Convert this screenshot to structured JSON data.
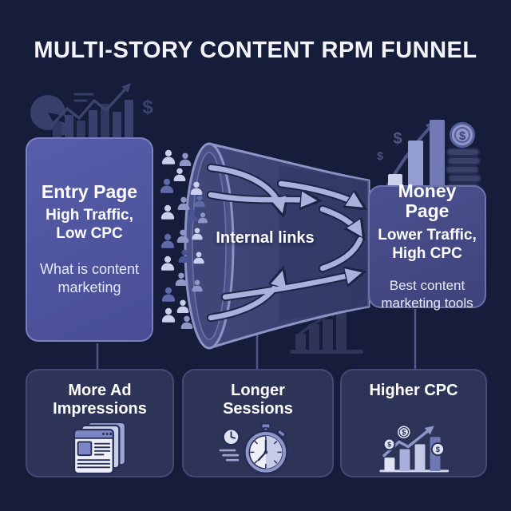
{
  "title": "MULTI-STORY CONTENT RPM FUNNEL",
  "entry_page": {
    "heading": "Entry Page",
    "subtitle": "High Traffic, Low CPC",
    "example": "What is content marketing"
  },
  "funnel": {
    "label": "Internal links"
  },
  "money_page": {
    "heading": "Money Page",
    "subtitle": "Lower Traffic, High CPC",
    "example": "Best content marketing tools"
  },
  "benefits": [
    {
      "label": "More Ad Impressions",
      "icon": "webpages-stack-icon"
    },
    {
      "label": "Longer Sessions",
      "icon": "stopwatch-icon"
    },
    {
      "label": "Higher CPC",
      "icon": "growth-chart-dollar-icon"
    }
  ],
  "decor": {
    "dollar_sign": "$"
  },
  "colors": {
    "background": "#161d3a",
    "entry_card": "#4d529c",
    "money_card": "#454a82",
    "benefit_card": "#2d3458",
    "flow_arrow": "#a9b2dc",
    "card_border": "#8b94c6",
    "text": "#ffffff"
  }
}
